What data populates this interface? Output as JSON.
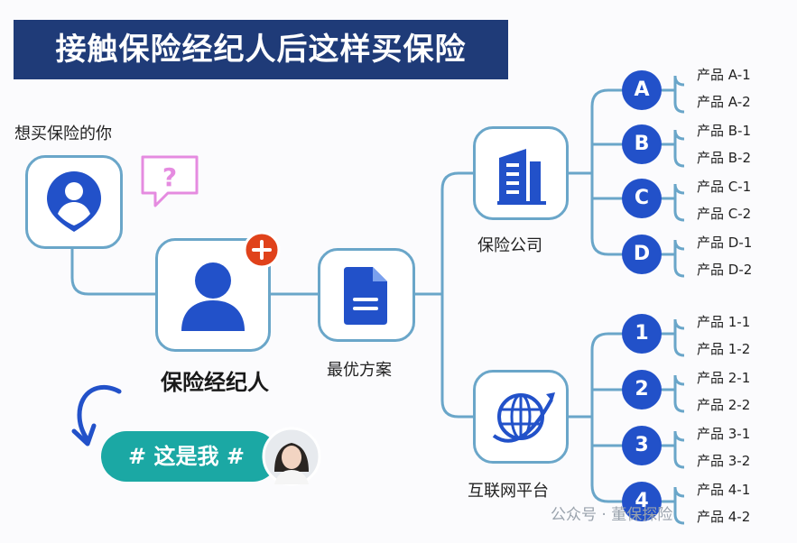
{
  "title": "接触保险经纪人后这样买保险",
  "you_label": "想买保险的你",
  "broker_label": "保险经纪人",
  "plan_label": "最优方案",
  "company_label": "保险公司",
  "platform_label": "互联网平台",
  "pill_text": "# 这是我 #",
  "watermark": "公众号 · 董保探险",
  "companies": [
    {
      "letter": "A",
      "products": [
        "产品 A-1",
        "产品 A-2"
      ]
    },
    {
      "letter": "B",
      "products": [
        "产品 B-1",
        "产品 B-2"
      ]
    },
    {
      "letter": "C",
      "products": [
        "产品 C-1",
        "产品 C-2"
      ]
    },
    {
      "letter": "D",
      "products": [
        "产品 D-1",
        "产品 D-2"
      ]
    }
  ],
  "platforms": [
    {
      "letter": "1",
      "products": [
        "产品 1-1",
        "产品 1-2"
      ]
    },
    {
      "letter": "2",
      "products": [
        "产品 2-1",
        "产品 2-2"
      ]
    },
    {
      "letter": "3",
      "products": [
        "产品 3-1",
        "产品 3-2"
      ]
    },
    {
      "letter": "4",
      "products": [
        "产品 4-1",
        "产品 4-2"
      ]
    }
  ],
  "colors": {
    "title_bg": "#1f3b78",
    "accent": "#2251c9",
    "connector": "#6aa6c9",
    "pill": "#1ba8a4",
    "badge": "#e0421b",
    "question": "#e58be0"
  }
}
